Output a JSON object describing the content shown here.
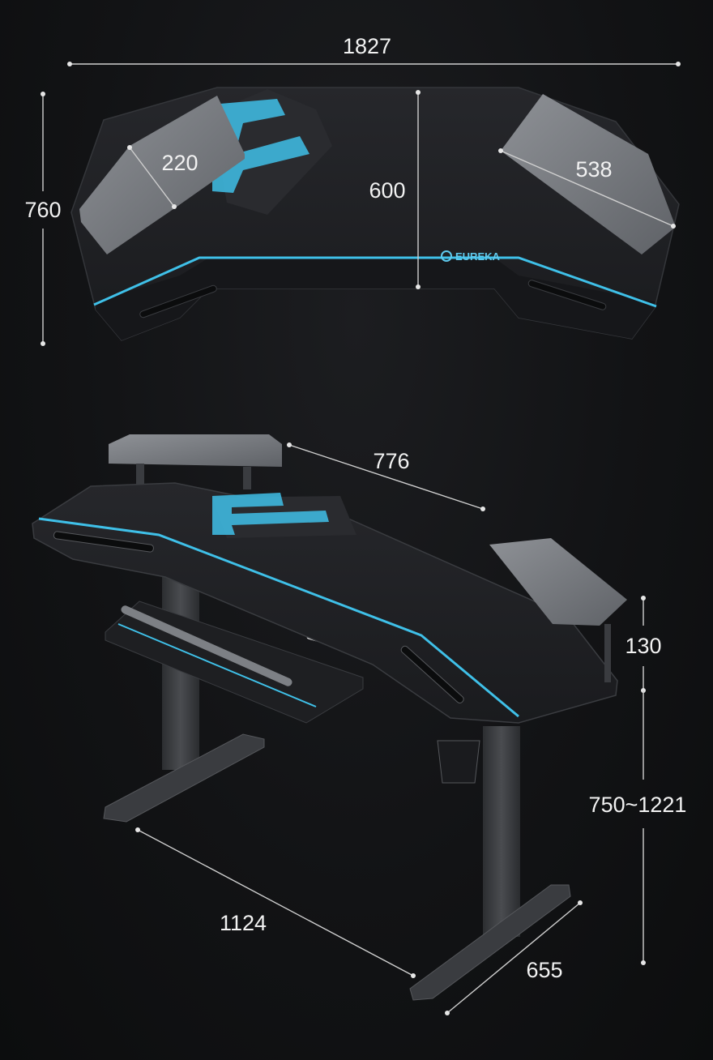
{
  "brand": {
    "name": "EUREKA",
    "accent_color": "#3fc0e8",
    "desk_color": "#1f2023",
    "pad_color": "#7d8085",
    "frame_color": "#3a3c40"
  },
  "top_view": {
    "width_label": "1827",
    "depth_label": "760",
    "center_depth_label": "600",
    "left_shelf_label": "220",
    "right_shelf_label": "538"
  },
  "perspective_view": {
    "monitor_shelf_label": "776",
    "shelf_height_label": "130",
    "height_range_label": "750~1221",
    "foot_length_label": "1124",
    "foot_depth_label": "655"
  }
}
